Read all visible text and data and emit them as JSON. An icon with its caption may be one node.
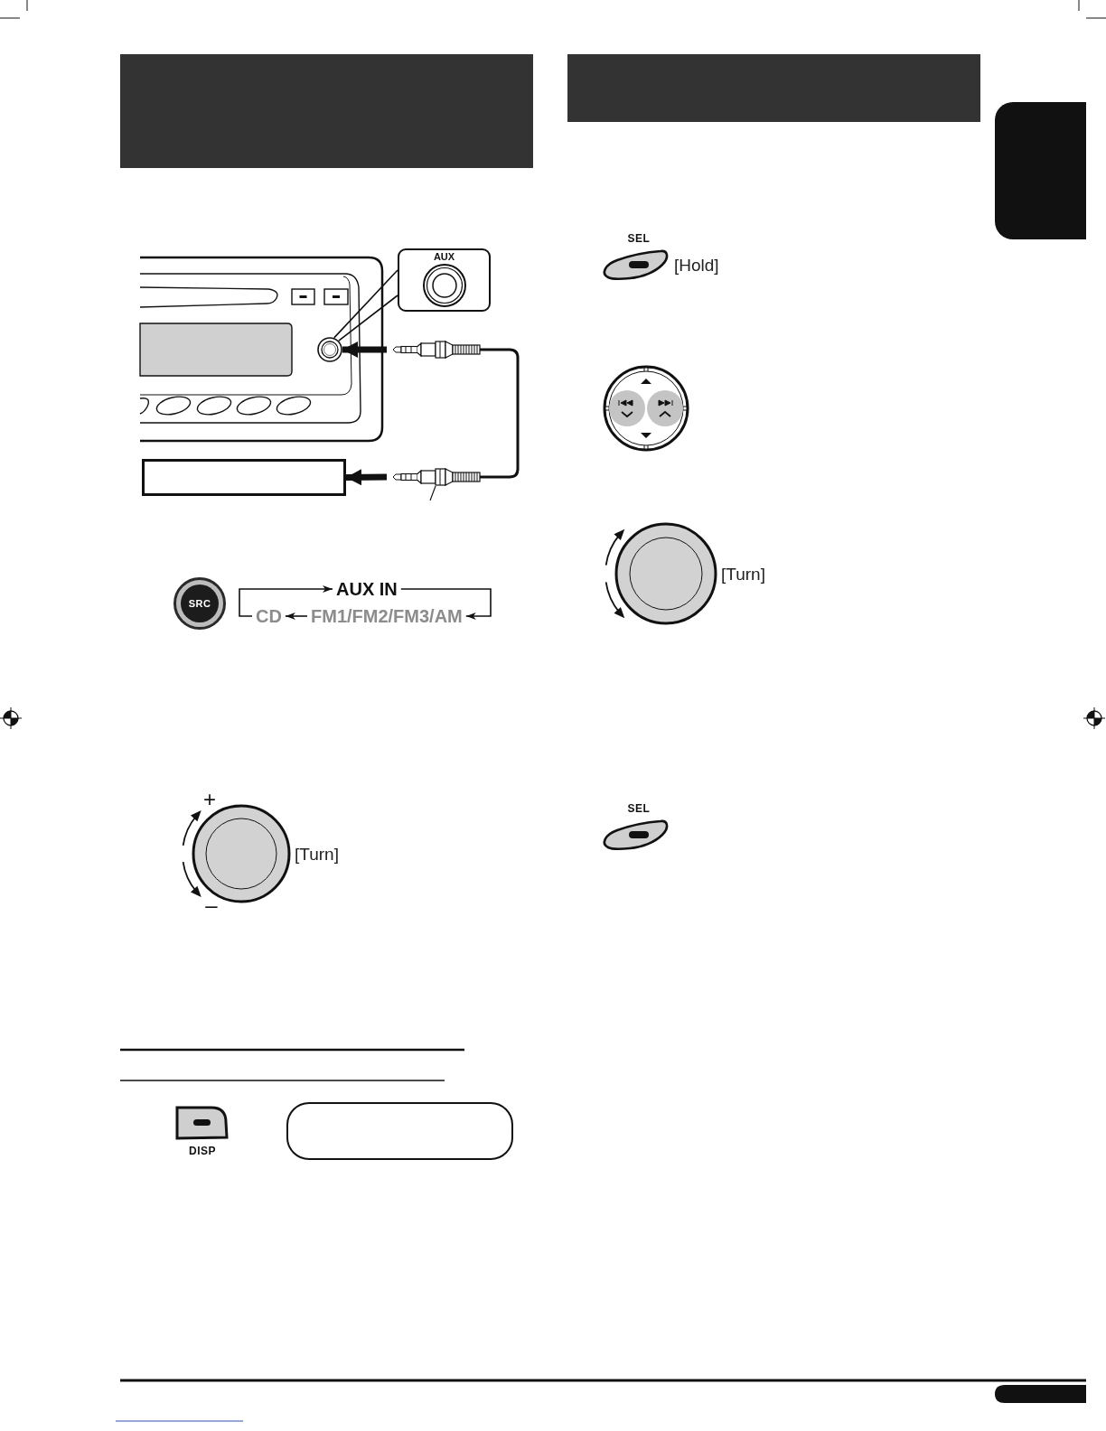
{
  "diagram": {
    "nodes": [
      {
        "text": [
          "AUX"
        ]
      },
      {
        "text": [],
        "shape": "circle"
      },
      {
        "text": [],
        "shape": "box"
      },
      {
        "text": [
          "AUX IN"
        ]
      },
      {
        "text": [
          "FM1/FM2/FM3/AM"
        ]
      },
      {
        "text": [
          "CD"
        ]
      },
      {
        "text": [],
        "shape": "box"
      }
    ],
    "edges": [
      {
        "from": 1,
        "to": 0,
        "arrow": "none"
      },
      {
        "from": null,
        "to": 1,
        "arrow": "to",
        "style": "thick"
      },
      {
        "from": null,
        "to": 2,
        "arrow": "to",
        "style": "thick"
      },
      {
        "from": 3,
        "to": 4,
        "arrow": "to"
      },
      {
        "from": 4,
        "to": 5,
        "arrow": "to"
      },
      {
        "from": 5,
        "to": 3,
        "arrow": "to"
      }
    ],
    "labels": [
      "SRC",
      "+",
      "[Turn]",
      "–",
      "DISP",
      "SEL",
      "[Hold]",
      "[Turn]",
      "SEL"
    ]
  }
}
